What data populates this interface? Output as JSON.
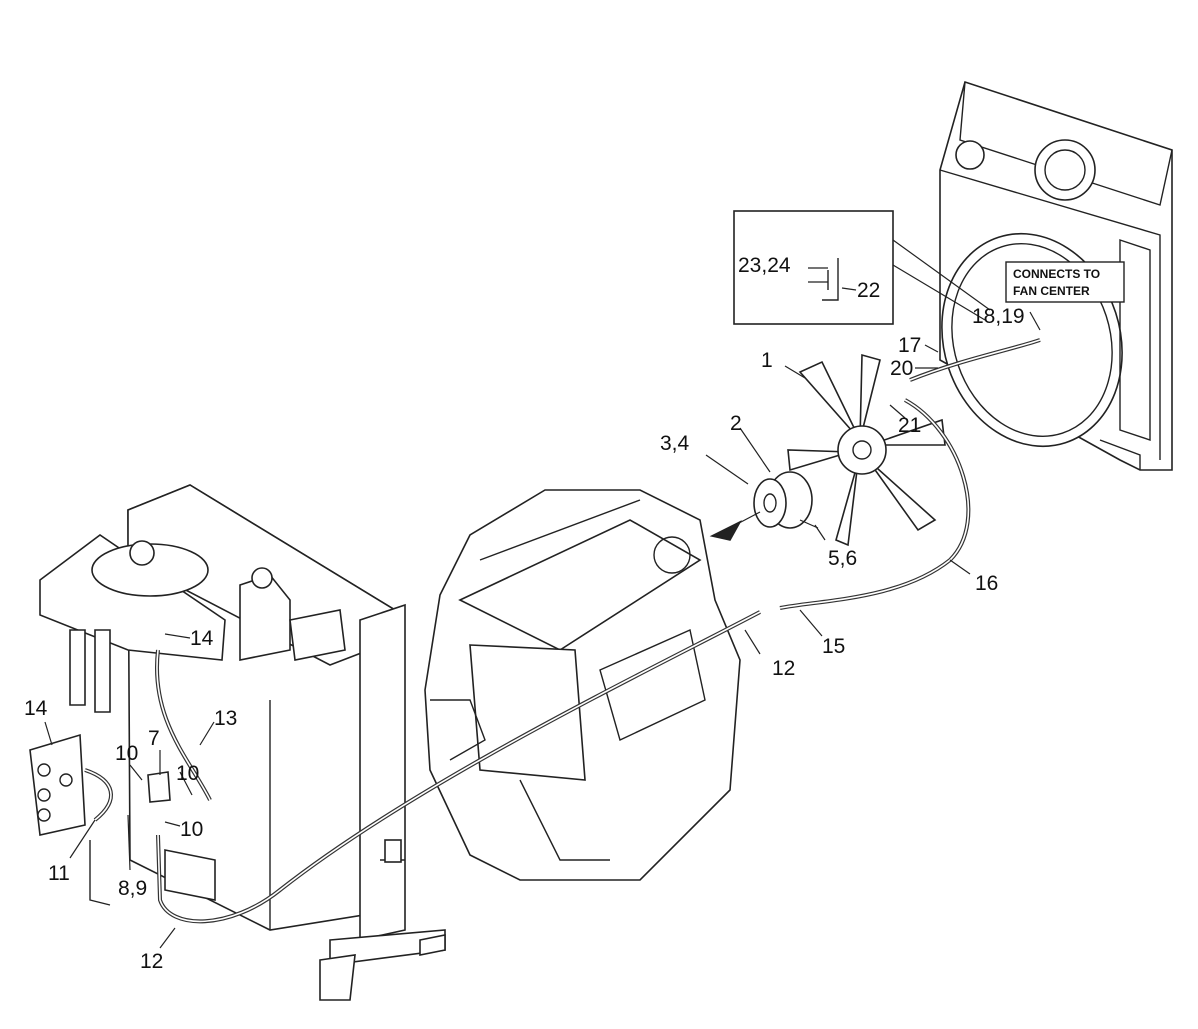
{
  "diagram": {
    "note_connects_line1": "CONNECTS TO",
    "note_connects_line2": "FAN CENTER",
    "callouts": {
      "c1": "1",
      "c2": "2",
      "c3_4": "3,4",
      "c5_6": "5,6",
      "c7": "7",
      "c8_9": "8,9",
      "c10a": "10",
      "c10b": "10",
      "c10c": "10",
      "c11": "11",
      "c12a": "12",
      "c12b": "12",
      "c13": "13",
      "c14a": "14",
      "c14b": "14",
      "c15": "15",
      "c16": "16",
      "c17": "17",
      "c18_19": "18,19",
      "c20": "20",
      "c21": "21",
      "c22": "22",
      "c23_24": "23,24"
    }
  }
}
